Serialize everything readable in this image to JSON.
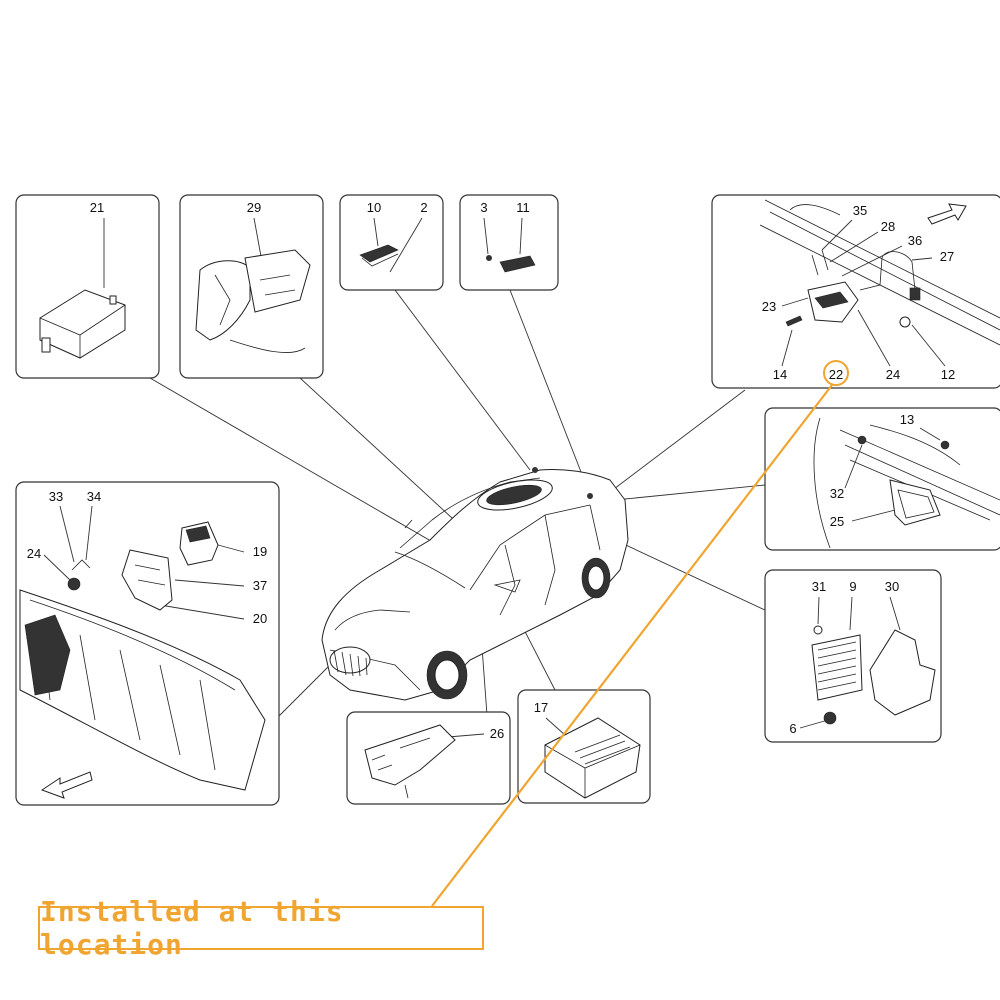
{
  "colors": {
    "highlight": "#f0a530",
    "line": "#333333"
  },
  "callout": {
    "text": "Installed at this location",
    "highlighted_part": "22"
  },
  "panels": {
    "p21": {
      "labels": [
        "21"
      ]
    },
    "p29": {
      "labels": [
        "29"
      ]
    },
    "p10": {
      "labels": [
        "10",
        "2"
      ]
    },
    "p3": {
      "labels": [
        "3",
        "11"
      ]
    },
    "p22": {
      "labels": [
        "35",
        "28",
        "36",
        "27",
        "23",
        "14",
        "22",
        "24",
        "12"
      ]
    },
    "p13": {
      "labels": [
        "13",
        "32",
        "25"
      ]
    },
    "p24": {
      "labels": [
        "33",
        "34",
        "24",
        "19",
        "37",
        "20"
      ]
    },
    "p26": {
      "labels": [
        "26"
      ]
    },
    "p17": {
      "labels": [
        "17"
      ]
    },
    "p31": {
      "labels": [
        "31",
        "9",
        "30",
        "6"
      ]
    }
  },
  "icons": [
    "direction-arrow-icon",
    "highlight-circle-icon"
  ]
}
